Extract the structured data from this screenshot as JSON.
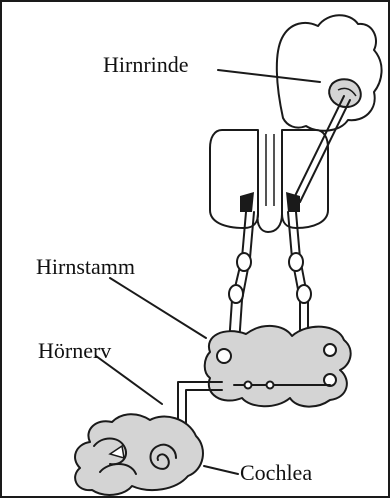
{
  "labels": {
    "cortex": "Hirnrinde",
    "brainstem": "Hirnstamm",
    "auditory_nerve": "Hörnerv",
    "cochlea": "Cochlea"
  },
  "colors": {
    "ink": "#1a1a1a",
    "tissue_fill": "#d4d4d4",
    "background": "#ffffff"
  }
}
